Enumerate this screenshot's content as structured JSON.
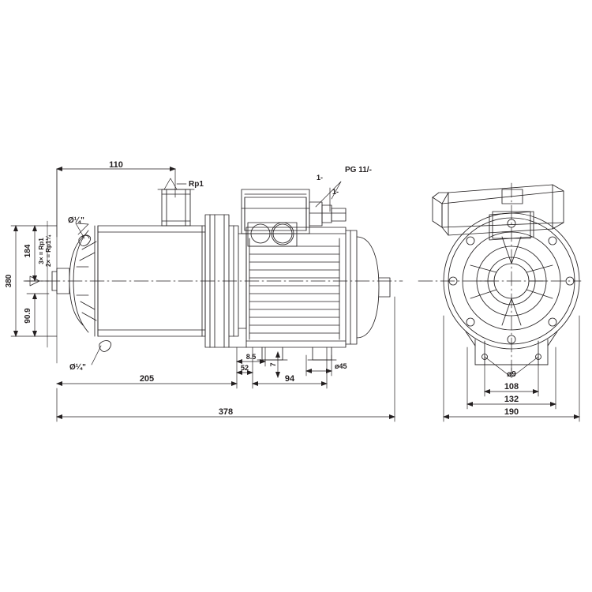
{
  "document": {
    "type": "technical-dimensional-drawing",
    "subject": "horizontal multistage centrifugal pump",
    "background_color": "#ffffff",
    "line_color": "#231f20",
    "views": [
      "side-elevation",
      "end-elevation"
    ]
  },
  "annotations": {
    "suction_port_thread": "Rp1",
    "cable_gland": "PG 11/-",
    "terminal_leader_1": "1-",
    "terminal_leader_2": "1-",
    "drain_port_top": "Ø¼\"",
    "drain_port_bottom": "Ø¼\"",
    "port_note_stacked": "3× = Rp1\n2× = Rp1¼"
  },
  "dimensions": {
    "top": [
      {
        "label": "110",
        "value": 110,
        "unit": "mm",
        "position": "top-left-span"
      }
    ],
    "left_vertical": [
      {
        "label": "380",
        "value": 380,
        "unit": "mm",
        "position": "outer-left"
      },
      {
        "label": "184",
        "value": 184,
        "unit": "mm",
        "position": "inner-left-upper"
      },
      {
        "label": "90.9",
        "value": 90.9,
        "unit": "mm",
        "position": "inner-left-lower"
      }
    ],
    "bottom_side_view": [
      {
        "label": "205",
        "value": 205,
        "unit": "mm"
      },
      {
        "label": "8.5",
        "value": 8.5,
        "unit": "mm"
      },
      {
        "label": "52",
        "value": 52,
        "unit": "mm"
      },
      {
        "label": "7",
        "value": 7,
        "unit": "mm",
        "orientation": "vertical"
      },
      {
        "label": "94",
        "value": 94,
        "unit": "mm"
      },
      {
        "label": "ø45",
        "value": 45,
        "unit": "mm"
      },
      {
        "label": "378",
        "value": 378,
        "unit": "mm",
        "position": "overall-length"
      }
    ],
    "bottom_end_view": [
      {
        "label": "ø9",
        "value": 9,
        "unit": "mm",
        "note": "mounting hole diameter"
      },
      {
        "label": "108",
        "value": 108,
        "unit": "mm"
      },
      {
        "label": "132",
        "value": 132,
        "unit": "mm"
      },
      {
        "label": "190",
        "value": 190,
        "unit": "mm"
      }
    ]
  },
  "symbols": {
    "surface_finish": "△",
    "centerline_marker": "▷",
    "diameter_sign": "ø"
  }
}
